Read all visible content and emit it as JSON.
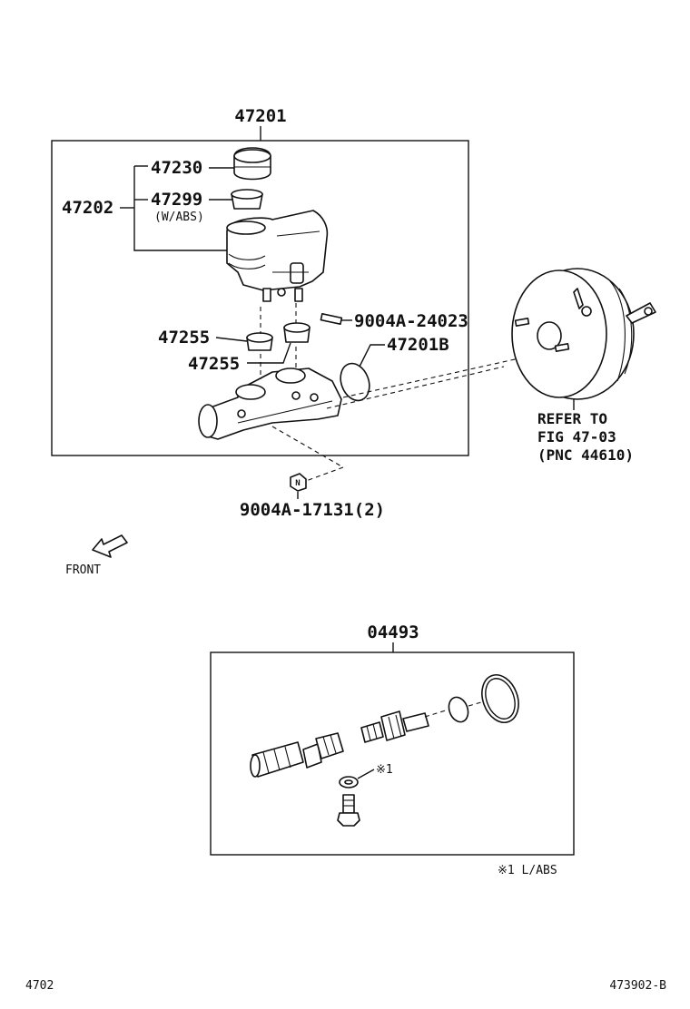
{
  "diagram": {
    "assembly_number": "47201",
    "labels": {
      "reservoir_cap": "47230",
      "reservoir_assembly": "47202",
      "reservoir_strainer": "47299",
      "reservoir_strainer_note": "(W/ABS)",
      "grommet_upper": "47255",
      "grommet_lower": "47255",
      "pin": "9004A-24023",
      "gasket": "47201B",
      "nut": "9004A-17131(2)",
      "nut_marker": "N"
    },
    "booster_reference": {
      "line1": "REFER TO",
      "line2": "FIG 47-03",
      "line3": "(PNC 44610)"
    },
    "front_label": "FRONT",
    "kit": {
      "number": "04493",
      "note_marker": "※1",
      "footnote": "※1  L/ABS"
    },
    "footer": {
      "page": "4702",
      "figure_id": "473902-B"
    }
  }
}
